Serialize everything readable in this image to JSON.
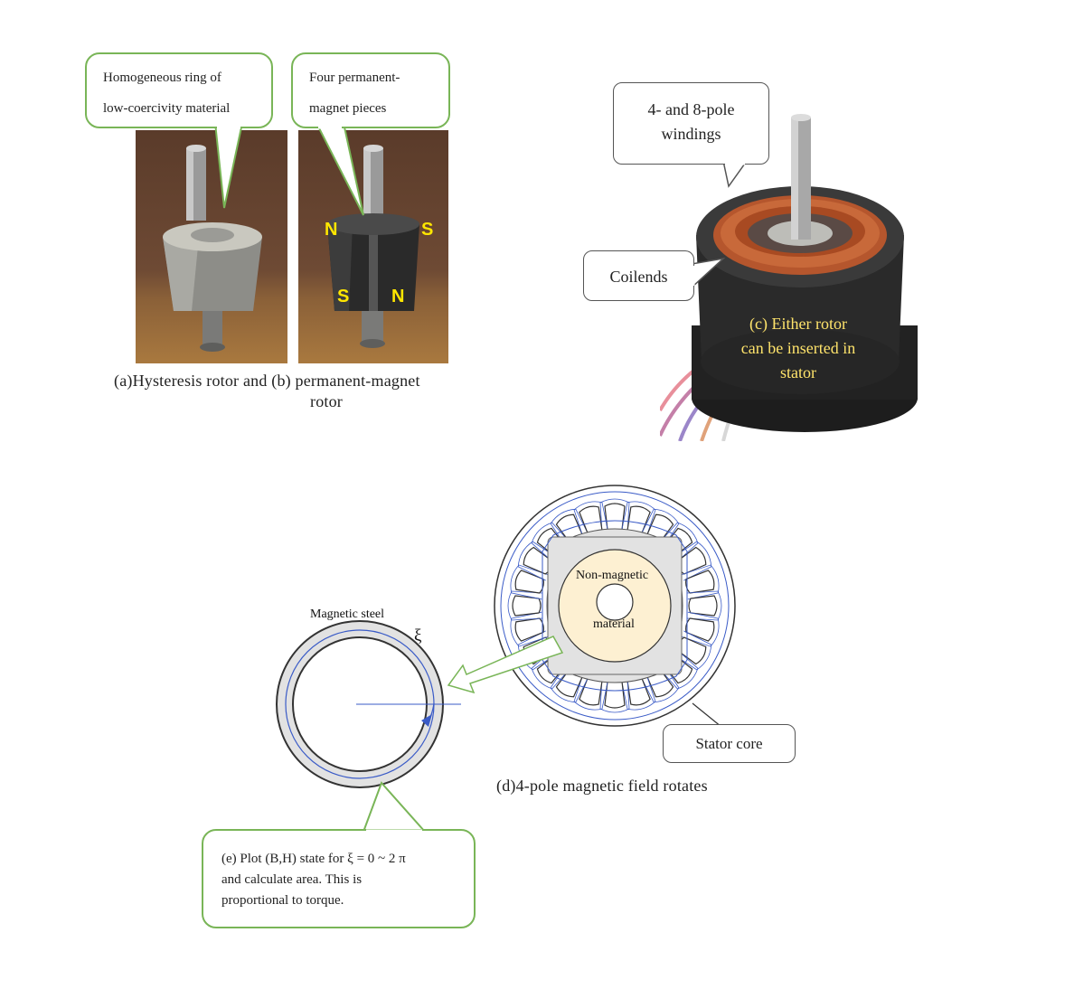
{
  "photo_a_b": {
    "callout_a_line1": "Homogeneous ring of",
    "callout_a_line2": "low-coercivity material",
    "callout_b_line1": "Four permanent-",
    "callout_b_line2": "magnet pieces",
    "pole_labels": [
      "N",
      "S",
      "S",
      "N"
    ],
    "caption_line1": "(a)Hysteresis rotor and (b) permanent-magnet",
    "caption_line2": "rotor"
  },
  "photo_c": {
    "callout_windings_line1": "4- and 8-pole",
    "callout_windings_line2": "windings",
    "callout_coilends": "Coilends",
    "overlay_line1": "(c) Either rotor",
    "overlay_line2": "can be inserted in",
    "overlay_line3": "stator"
  },
  "diagram_d": {
    "center_line1": "Non-magnetic",
    "center_line2": "material",
    "stator_label": "Stator core",
    "caption": "(d)4-pole magnetic field rotates",
    "slot_count": 24
  },
  "diagram_e": {
    "ring_label": "Magnetic steel",
    "angle_symbol": "ξ",
    "callout_line1": "(e) Plot (B,H)    state for   ξ = 0 ~ 2 π",
    "callout_line2": "and calculate area. This is",
    "callout_line3": "proportional to torque."
  },
  "colors": {
    "callout_border_green": "#79b557",
    "pole_label_yellow": "#ffe600",
    "field_line_blue": "#3a5bc7",
    "core_gray": "#e2e2e2",
    "center_cream": "#fdf0d2"
  }
}
